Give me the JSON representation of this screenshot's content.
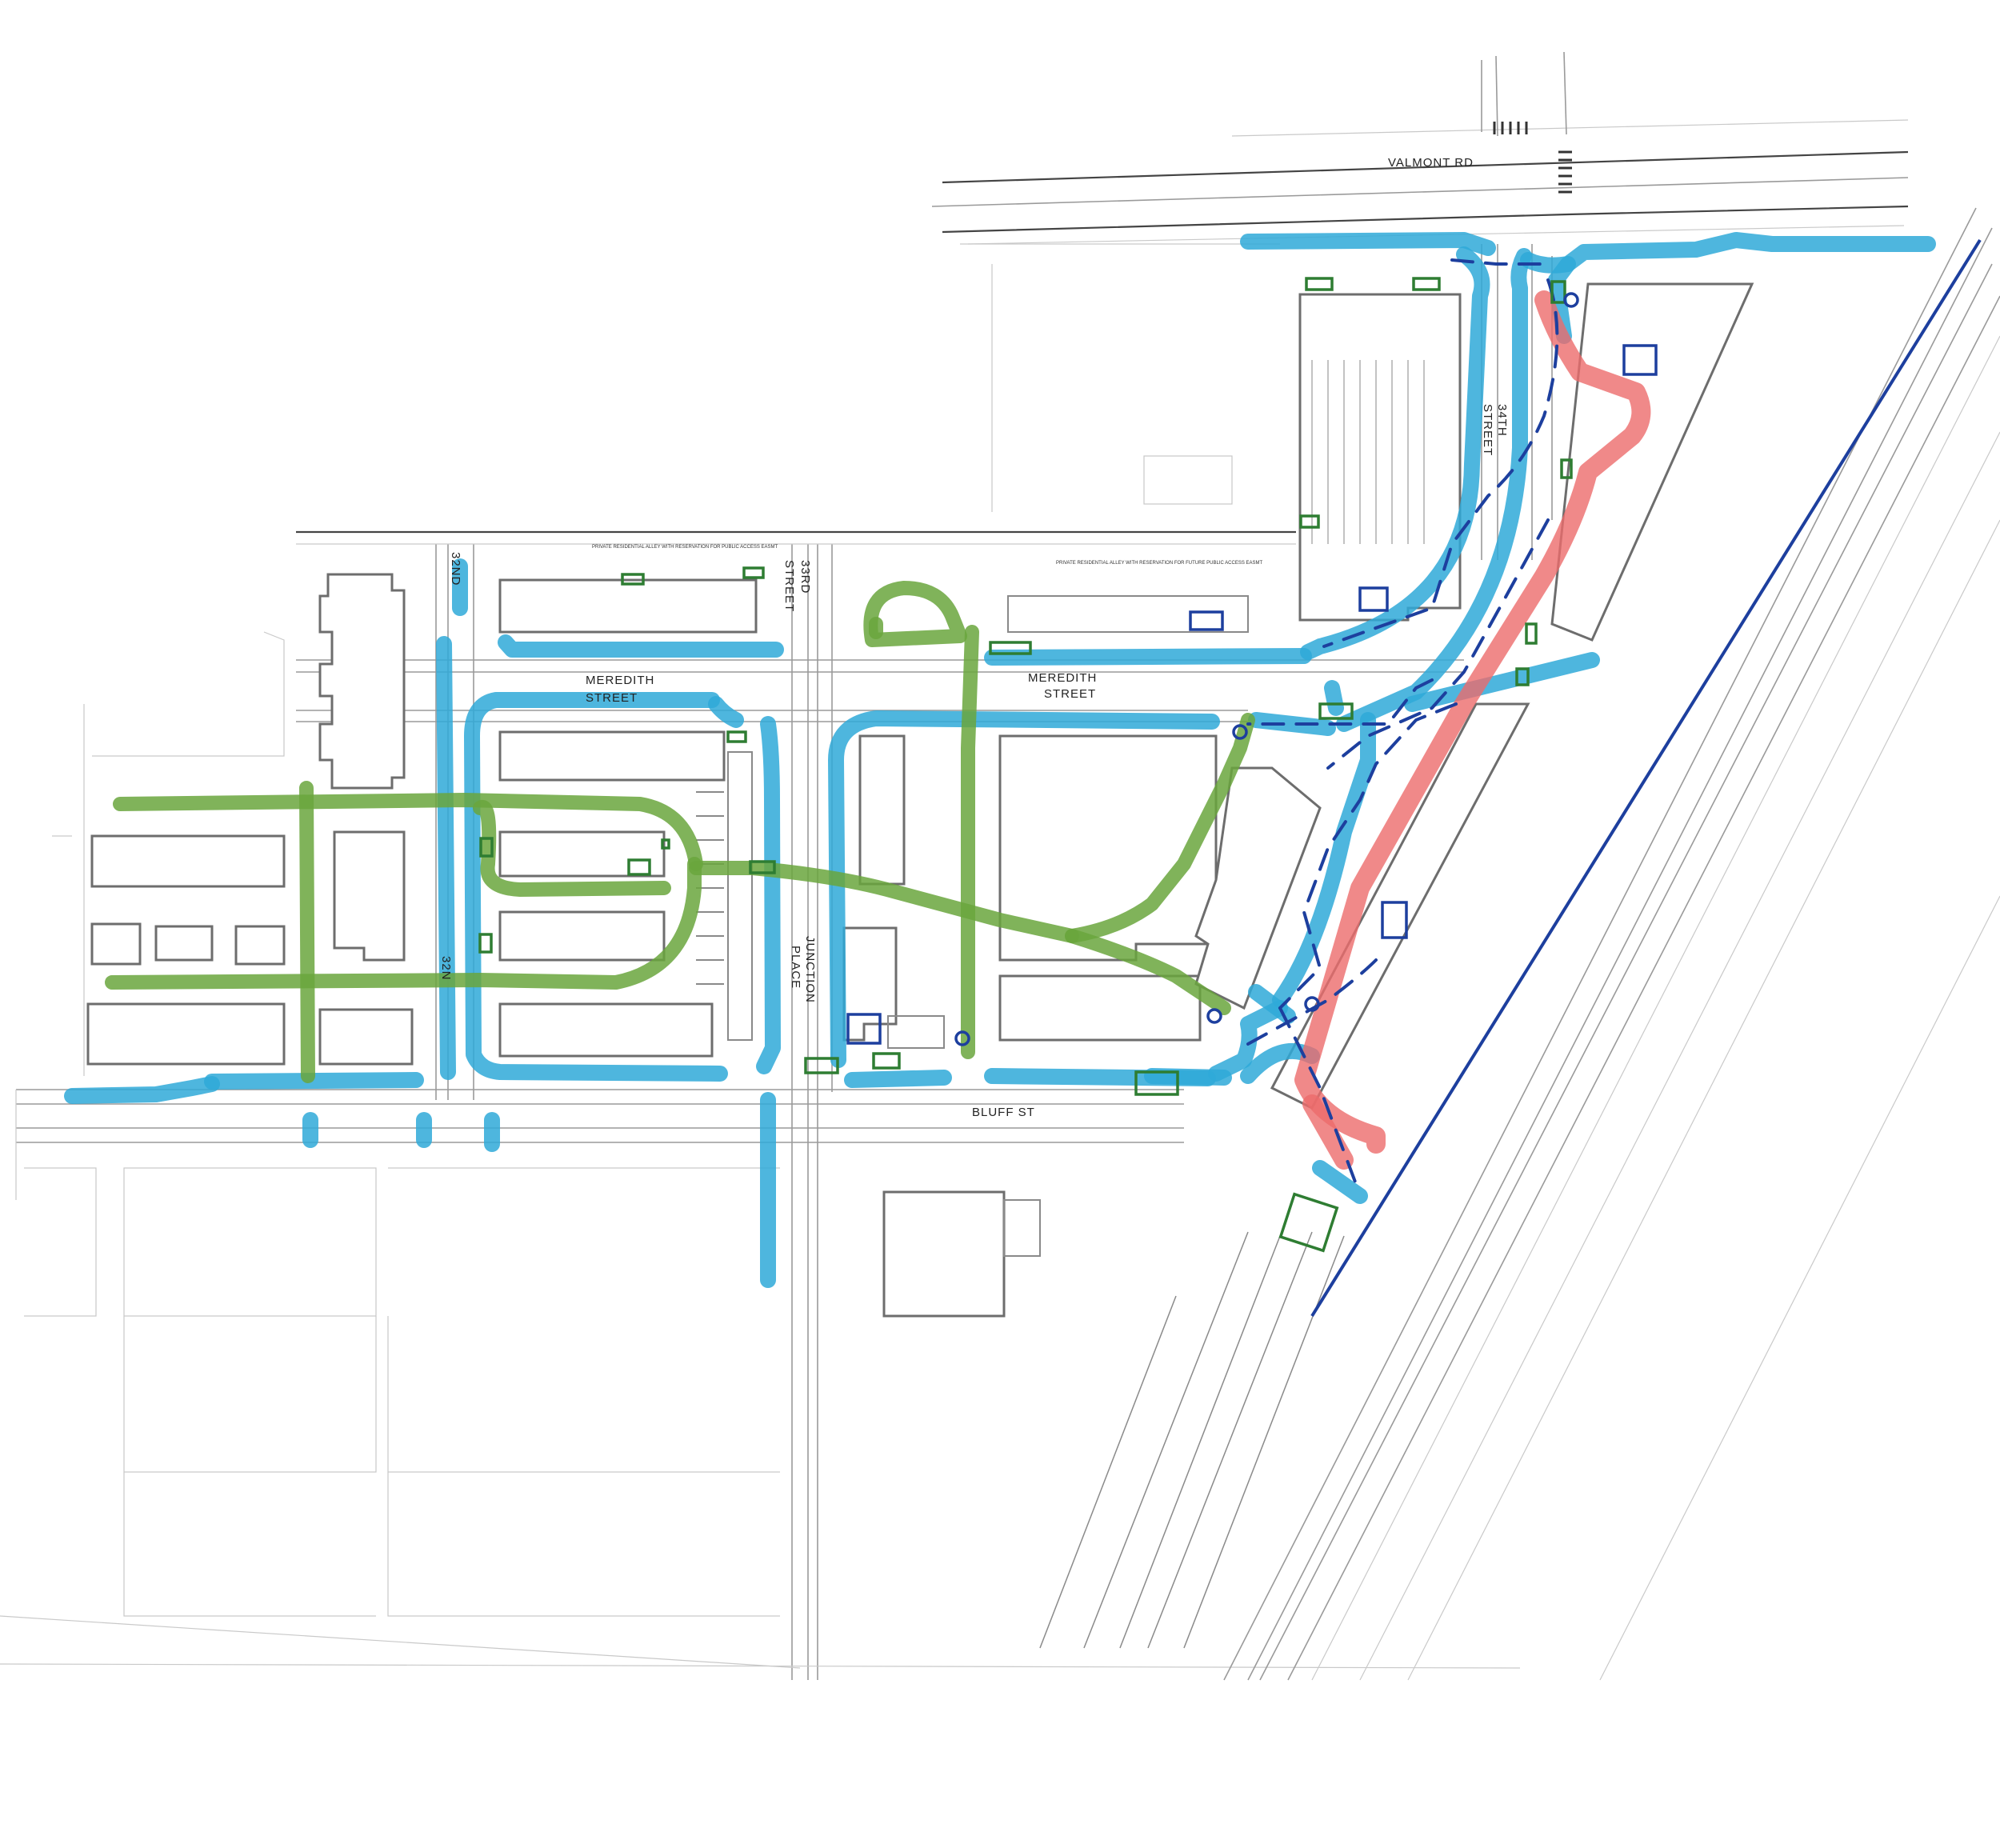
{
  "colors": {
    "walk_path": "#2fa9d8",
    "green_corridor": "#6aa63d",
    "priority_route": "#ec6b6b",
    "bike_connection": "#1d3f9e",
    "bike_parking": "#2e7d32",
    "transit_stop": "#1d3f9e",
    "building_outline": "#6d6d6d",
    "linework": "#9a9a9a"
  },
  "street_labels": {
    "valmont_rd": "VALMONT RD",
    "meredith_street_west_1": "MEREDITH",
    "meredith_street_west_2": "STREET",
    "meredith_street_east_1": "MEREDITH",
    "meredith_street_east_2": "STREET",
    "bluff_st": "BLUFF ST",
    "street_32nd_north": "32ND",
    "street_32nd_south": "32N",
    "street_33rd_1": "33RD",
    "street_33rd_2": "STREET",
    "junction_place_1": "JUNCTION",
    "junction_place_2": "PLACE",
    "street_34th_1": "34TH",
    "street_34th_2": "STREET"
  },
  "notes": {
    "private_alley_west": "PRIVATE RESIDENTIAL ALLEY WITH RESERVATION FOR PUBLIC ACCESS EASMT",
    "private_alley_east": "PRIVATE RESIDENTIAL ALLEY WITH RESERVATION FOR FUTURE PUBLIC ACCESS EASMT"
  },
  "icons": {
    "walk_path": "light-blue-marker-stroke",
    "green_corridor": "green-marker-stroke",
    "priority_route": "red-marker-stroke",
    "bike_connection": "dark-blue-dashed-line",
    "bike_parking": "green-hatched-rectangle",
    "transit_stop": "dark-blue-box-or-circle"
  }
}
